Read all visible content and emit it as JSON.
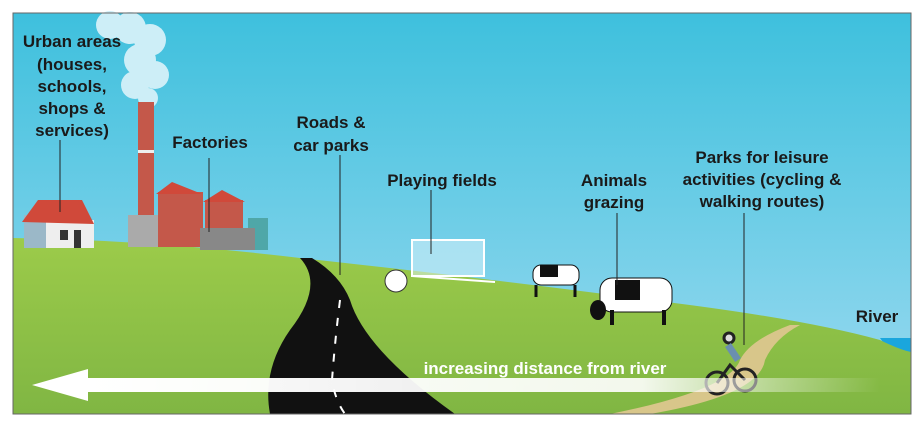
{
  "labels": {
    "urban": [
      "Urban areas",
      "(houses,",
      "schools,",
      "shops &",
      "services)"
    ],
    "factories": "Factories",
    "roads": [
      "Roads &",
      "car parks"
    ],
    "playing_fields": "Playing fields",
    "animals": [
      "Animals",
      "grazing"
    ],
    "parks": [
      "Parks for leisure",
      "activities (cycling &",
      "walking routes)"
    ],
    "river": "River",
    "arrow": "increasing distance from river"
  },
  "colors": {
    "sky_top": "#3ec0dd",
    "sky_bottom": "#8fd6ee",
    "grass": "#8cbf45",
    "road": "#111111",
    "river": "#1aa6dd",
    "roof": "#d0493a",
    "brick": "#c4584a"
  }
}
